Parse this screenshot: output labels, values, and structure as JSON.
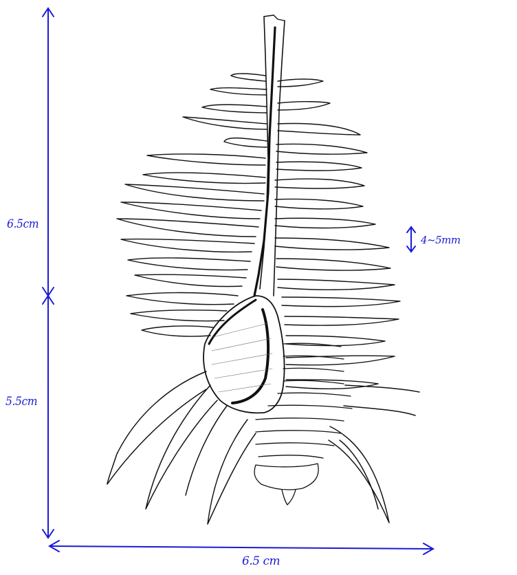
{
  "figure": {
    "dimension_labels": {
      "upper_height": "6.5cm",
      "lower_height": "5.5cm",
      "width": "6.5 cm",
      "spine_spacing": "4~5mm"
    },
    "colors": {
      "ink": "#111111",
      "annotation": "#1a1ad6",
      "paper": "#ffffff"
    }
  }
}
